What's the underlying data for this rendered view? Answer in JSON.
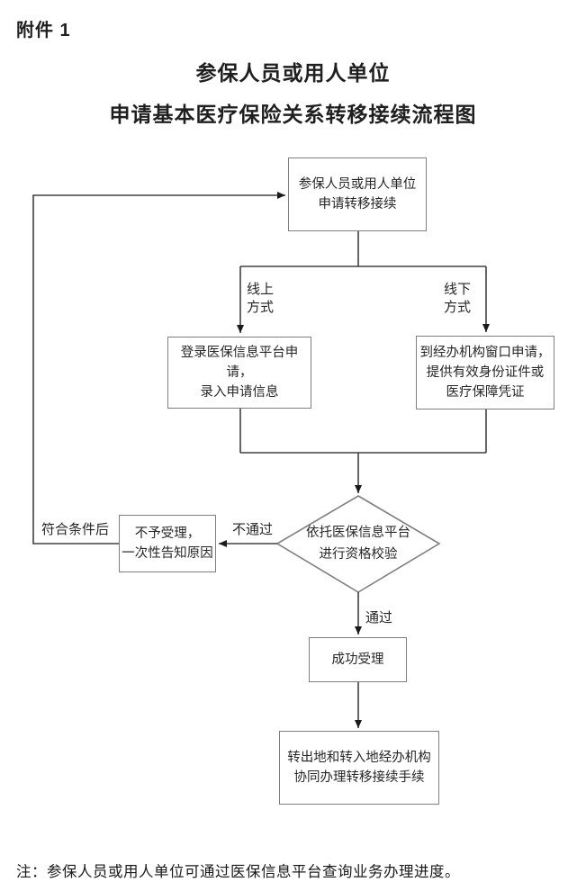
{
  "document": {
    "attachment_label": "附件 1",
    "title_line1": "参保人员或用人单位",
    "title_line2": "申请基本医疗保险关系转移接续流程图",
    "footnote": "注：参保人员或用人单位可通过医保信息平台查询业务办理进度。"
  },
  "flowchart": {
    "start_box": "参保人员或用人单位\n申请转移接续",
    "online_box": "登录医保信息平台申请，\n录入申请信息",
    "offline_box": "到经办机构窗口申请，\n提供有效身份证件或\n医疗保障凭证",
    "decision_diamond": "依托医保信息平台\n进行资格校验",
    "reject_box": "不予受理，\n一次性告知原因",
    "accept_box": "成功受理",
    "final_box": "转出地和转入地经办机构\n协同办理转移接续手续",
    "labels": {
      "online_method": "线上\n方式",
      "offline_method": "线下\n方式",
      "fail": "不通过",
      "pass": "通过",
      "after_qualify": "符合条件后"
    }
  },
  "colors": {
    "box_border": "#7f7f7f",
    "connector": "#404040",
    "arrowhead": "#1a1a1a"
  }
}
